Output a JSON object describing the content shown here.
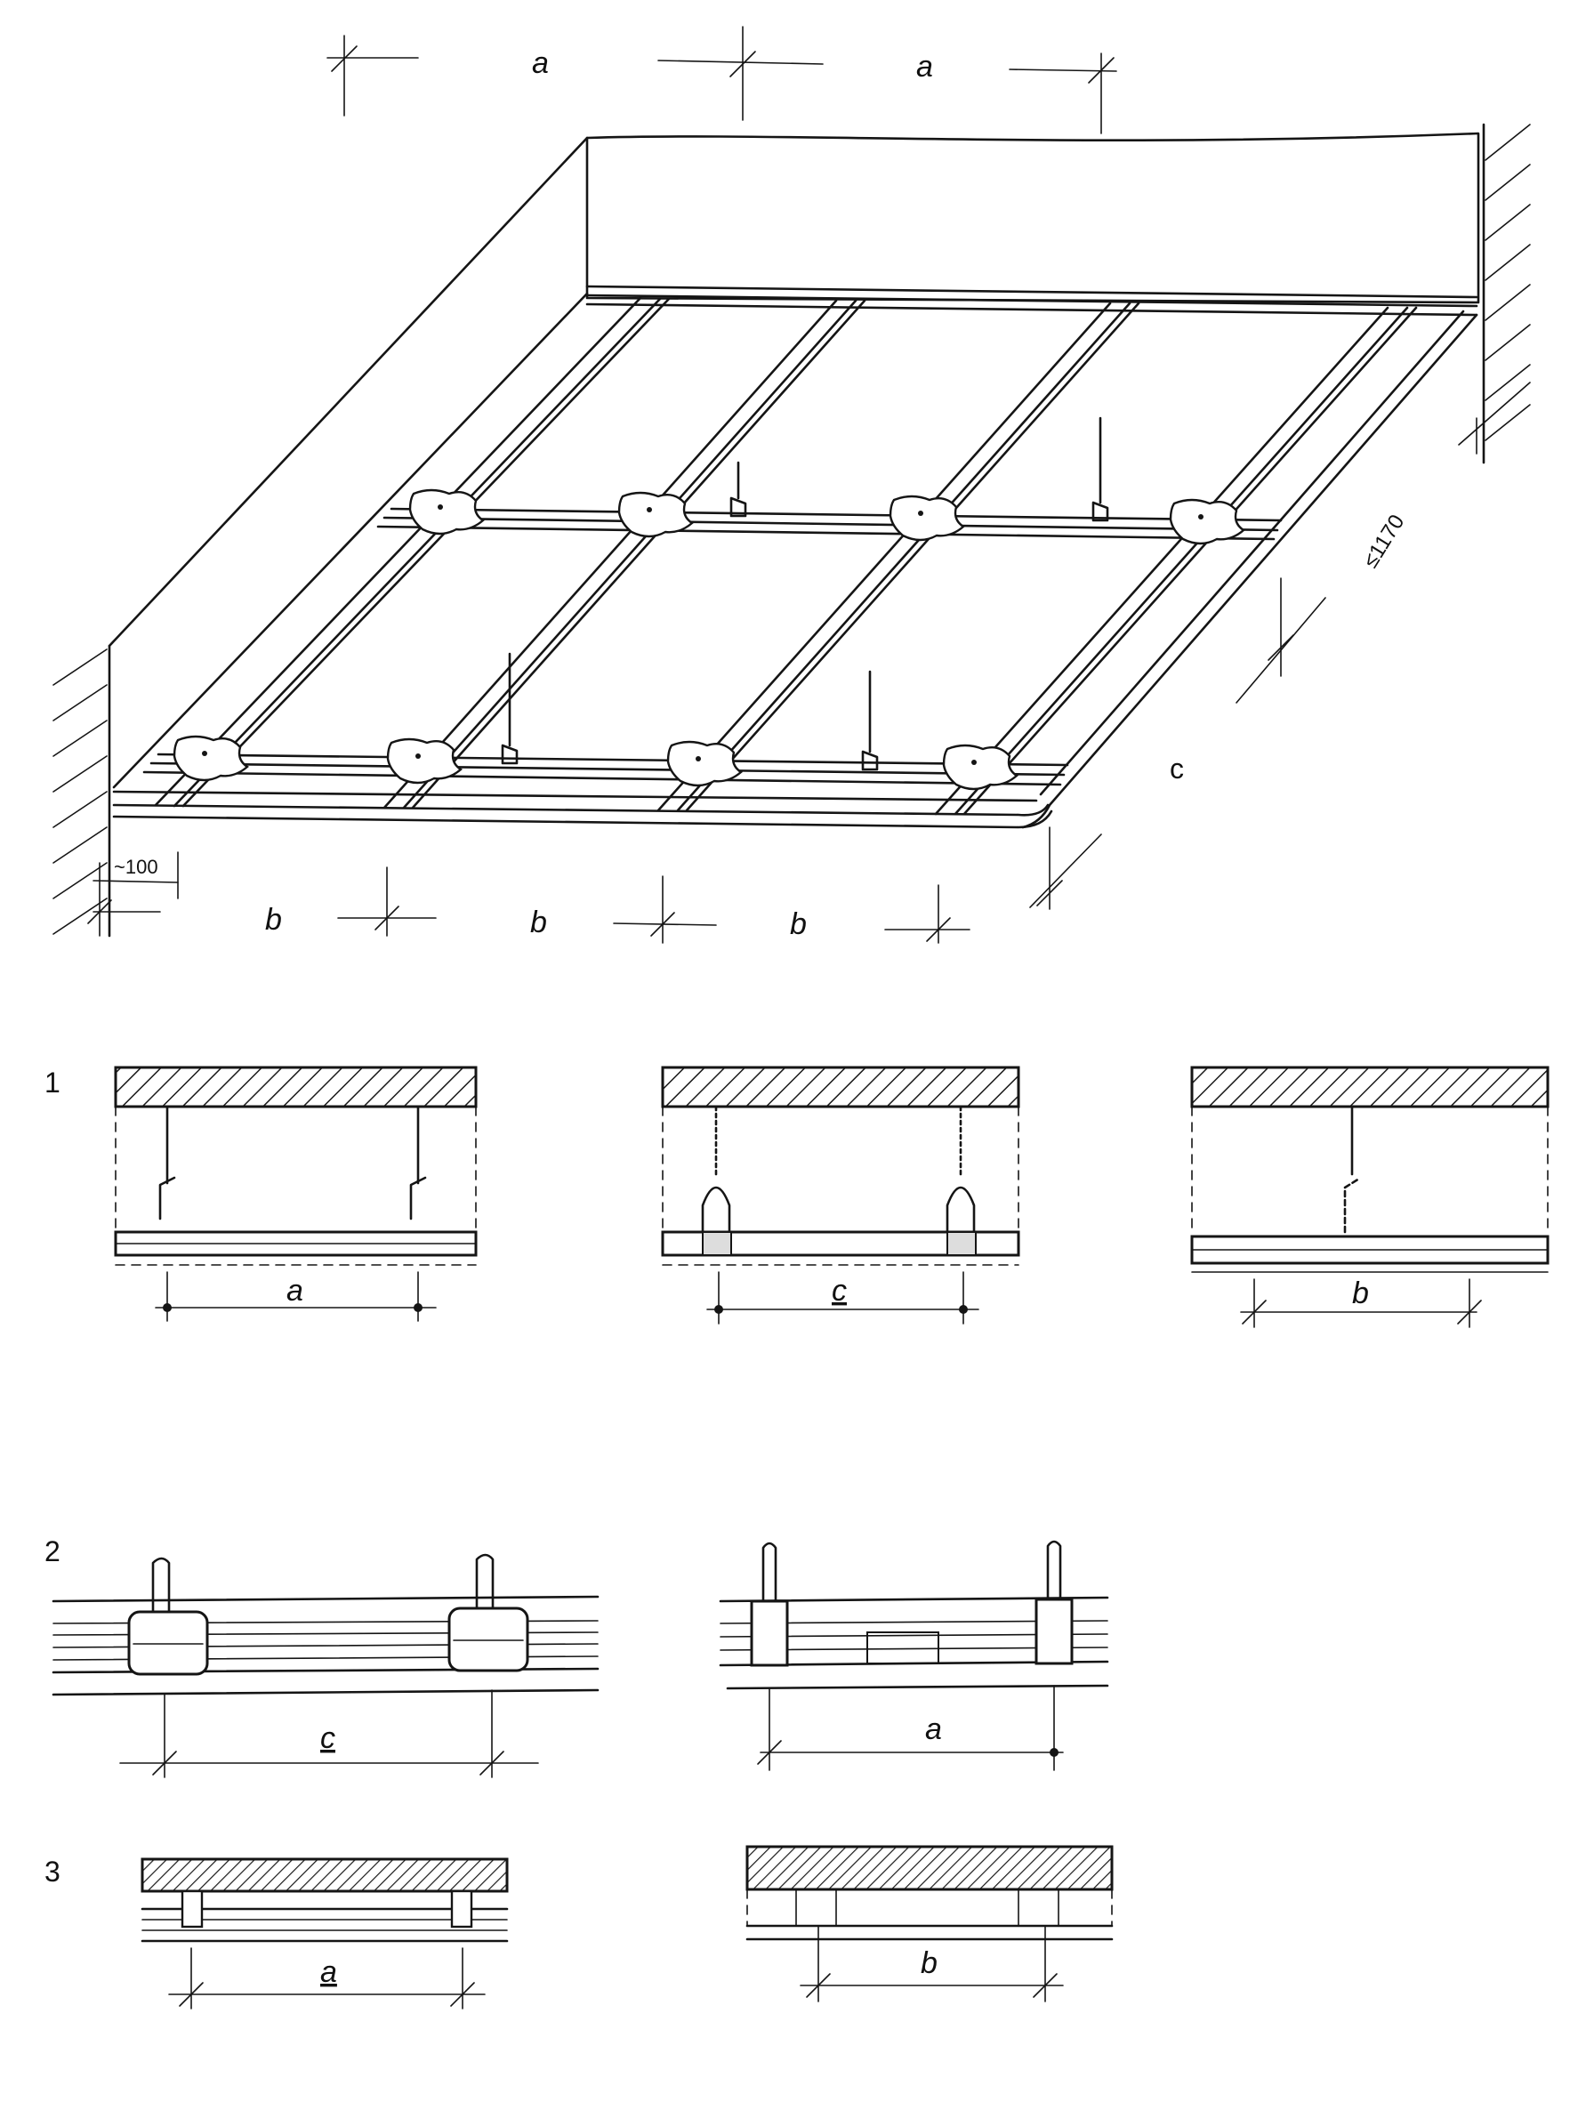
{
  "iso": {
    "top_dims": [
      "a",
      "a"
    ],
    "bottom_dims": [
      "b",
      "b",
      "b"
    ],
    "side_dim": "c",
    "edge_offset": "~100",
    "max_span": "≤1170"
  },
  "sections": [
    {
      "number": "1",
      "details": [
        {
          "dim": "a"
        },
        {
          "dim": "c"
        },
        {
          "dim": "b"
        }
      ]
    },
    {
      "number": "2",
      "details": [
        {
          "dim": "c"
        },
        {
          "dim": "a"
        }
      ]
    },
    {
      "number": "3",
      "details": [
        {
          "dim": "a"
        },
        {
          "dim": "b"
        }
      ]
    }
  ]
}
